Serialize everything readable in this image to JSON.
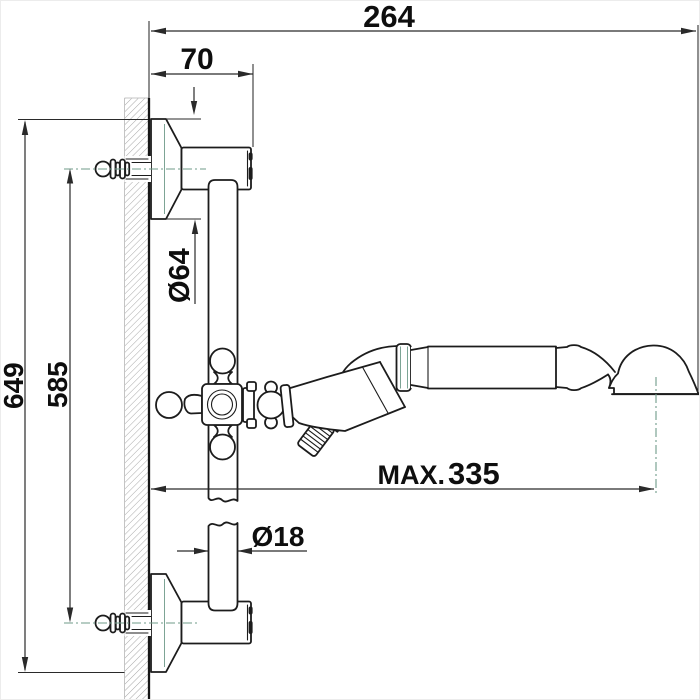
{
  "drawing": {
    "dimensions": {
      "overall_width": "264",
      "wall_offset": "70",
      "flange_diameter": "Ø64",
      "overall_height": "649",
      "fixing_centers": "585",
      "max_reach_prefix": "MAX.",
      "max_reach_value": "335",
      "rail_diameter": "Ø18"
    },
    "colors": {
      "line": "#1c1c1c",
      "dimension_line": "#2a2a2a",
      "centerline": "#6f9b8a",
      "hatch": "#a8a8a8",
      "background": "#ffffff"
    }
  }
}
